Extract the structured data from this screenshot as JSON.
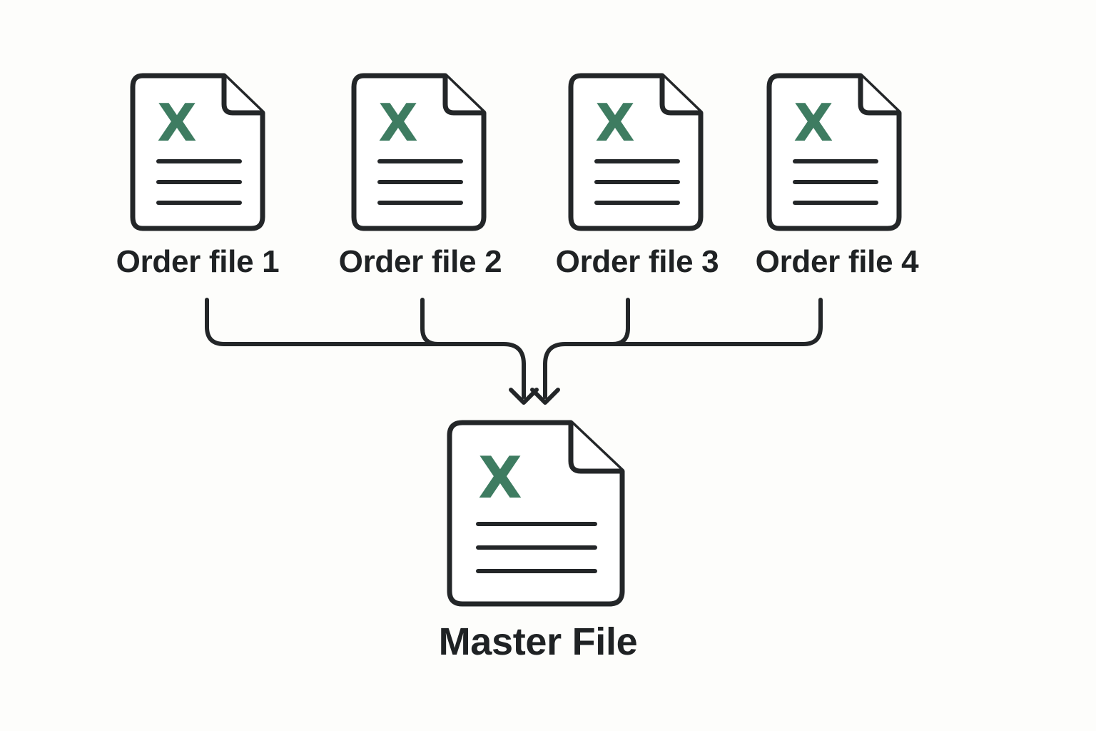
{
  "sources": [
    {
      "label": "Order file 1",
      "icon_letter": "X",
      "icon": "excel-document-icon"
    },
    {
      "label": "Order file 2",
      "icon_letter": "X",
      "icon": "excel-document-icon"
    },
    {
      "label": "Order file 3",
      "icon_letter": "X",
      "icon": "excel-document-icon"
    },
    {
      "label": "Order file 4",
      "icon_letter": "X",
      "icon": "excel-document-icon"
    }
  ],
  "target": {
    "label": "Master File",
    "icon_letter": "X",
    "icon": "excel-document-icon"
  },
  "colors": {
    "background": "#fdfdfb",
    "stroke": "#232628",
    "excel_green": "#3e7c61",
    "text": "#1f2224"
  }
}
